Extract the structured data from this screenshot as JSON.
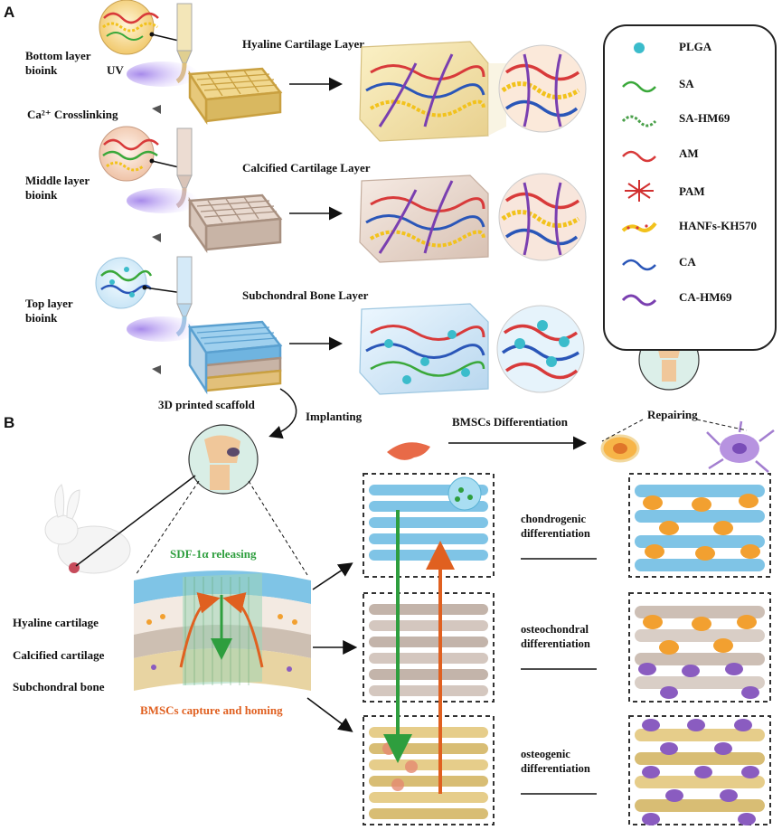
{
  "panel_a": {
    "letter": "A",
    "layers": [
      {
        "bioink_label": "Bottom layer\nbioink",
        "uv_label": "UV",
        "crosslink_label": "Ca²⁺ Crosslinking",
        "layer_title": "Hyaline Cartilage Layer"
      },
      {
        "bioink_label": "Middle layer\nbioink",
        "layer_title": "Calcified Cartilage Layer"
      },
      {
        "bioink_label": "Top layer\nbioink",
        "layer_title": "Subchondral Bone Layer"
      }
    ],
    "scaffold_caption": "3D printed scaffold",
    "implanting_label": "Implanting",
    "legend": [
      {
        "name": "PLGA",
        "icon": "teal-sphere",
        "color": "#3bbccb"
      },
      {
        "name": "SA",
        "icon": "green-wave",
        "color": "#3aa83a"
      },
      {
        "name": "SA-HM69",
        "icon": "green-dotted-wave",
        "color": "#4aa04a"
      },
      {
        "name": "AM",
        "icon": "red-wave",
        "color": "#d83a3a"
      },
      {
        "name": "PAM",
        "icon": "red-network",
        "color": "#d13030"
      },
      {
        "name": "HANFs-KH570",
        "icon": "yellow-dotted-fiber",
        "color": "#f2c21c"
      },
      {
        "name": "CA",
        "icon": "blue-wave",
        "color": "#2a56b8"
      },
      {
        "name": "CA-HM69",
        "icon": "purple-wave",
        "color": "#7a3fb0"
      }
    ]
  },
  "panel_b": {
    "letter": "B",
    "differentiation_label": "BMSCs Differentiation",
    "repairing_label": "Repairing",
    "sdf_label": "SDF-1α releasing",
    "capture_label": "BMSCs capture and homing",
    "tissue_labels": [
      "Hyaline cartilage",
      "Calcified cartilage",
      "Subchondral bone"
    ],
    "diff_labels": [
      "chondrogenic\ndifferentiation",
      "osteochondral\ndifferentiation",
      "osteogenic\ndifferentiation"
    ],
    "colors": {
      "sdf": "#2e9e3e",
      "capture": "#e06020",
      "cartilage_blue": "#7fc4e6",
      "calcified_gray": "#b9aca4",
      "bone_tan": "#e2c88a",
      "chondrocyte": "#f2a030",
      "osteocyte": "#8a5cc0"
    }
  }
}
